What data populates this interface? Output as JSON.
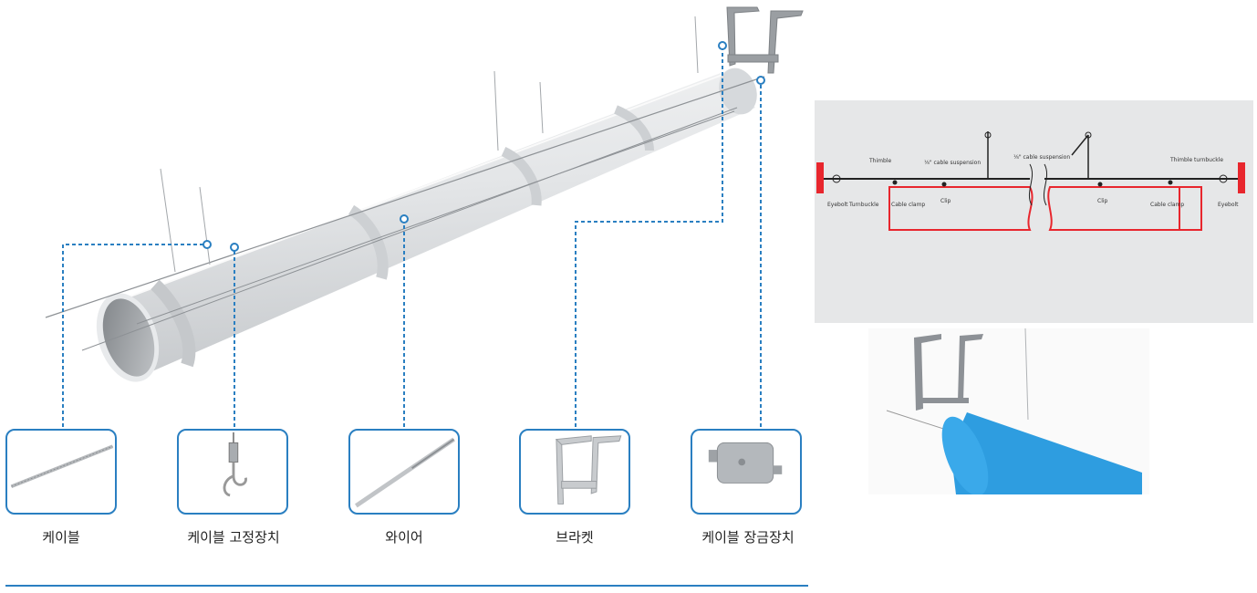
{
  "components": [
    {
      "label": "케이블",
      "icon": "cable-icon"
    },
    {
      "label": "케이블 고정장치",
      "icon": "cable-hook-icon"
    },
    {
      "label": "와이어",
      "icon": "wire-icon"
    },
    {
      "label": "브라켓",
      "icon": "bracket-icon"
    },
    {
      "label": "케이블 장금장치",
      "icon": "cable-lock-icon"
    }
  ],
  "schematic": {
    "labels": {
      "thimble_left": "Thimble",
      "cable_suspension_1": "⅛\" cable suspension",
      "cable_suspension_2": "⅛\" cable suspension",
      "thimble_turnbuckle_right": "Thimble turnbuckle",
      "eyebolt_left": "Eyebolt",
      "turnbuckle_left": "Turnbuckle",
      "cable_clamp_left": "Cable clamp",
      "clip_left": "Clip",
      "clip_right": "Clip",
      "cable_clamp_right": "Cable clamp",
      "eyebolt_right": "Eyebolt"
    }
  },
  "colors": {
    "accent": "#2a7fc1",
    "duct_outline": "#e8262d",
    "duct_blue": "#2e9de0",
    "duct_gray": "#dcdee0"
  }
}
